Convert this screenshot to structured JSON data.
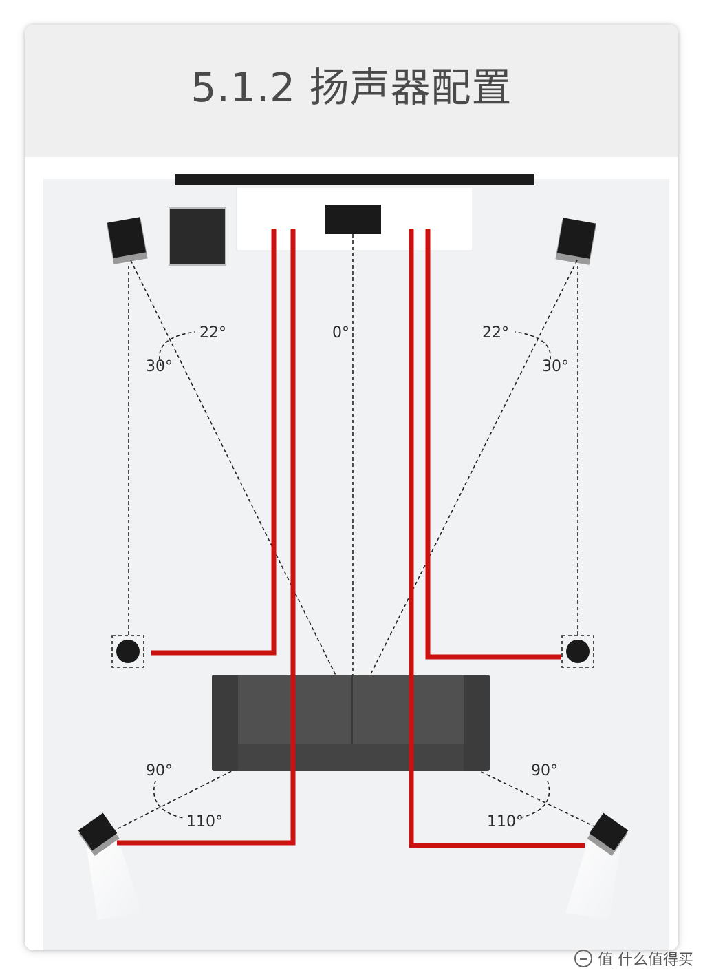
{
  "title": "5.1.2 扬声器配置",
  "angles": {
    "front_left_inner": "22°",
    "front_left_outer": "30°",
    "center": "0°",
    "front_right_inner": "22°",
    "front_right_outer": "30°",
    "surround_left_inner": "90°",
    "surround_left_outer": "110°",
    "surround_right_inner": "90°",
    "surround_right_outer": "110°"
  },
  "watermark": "值 什么值得买",
  "colors": {
    "wire": "#cc1111",
    "speaker": "#1a1a1a",
    "sofa": "#4a4a4a",
    "floor": "#f1f2f4"
  }
}
